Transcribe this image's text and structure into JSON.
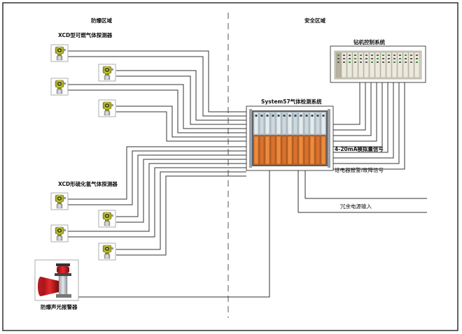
{
  "zones": {
    "hazardous": "防爆区域",
    "safe": "安全区域"
  },
  "labels": {
    "combustible_group": "XCD型可燃气体探测器",
    "toxic_group": "XCD形硫化氢气体探测器",
    "alarm": "防爆声光报警器",
    "controller": "System57气体检测系统",
    "plc": "钻机控制系统",
    "analog_signal": "4-20mA模拟量信号",
    "relay_signal": "继电器报警/故障信号",
    "power": "冗余电源输入"
  },
  "icons": {
    "detector": "gas-detector-icon",
    "controller": "rack-controller-icon",
    "plc": "plc-rack-icon",
    "alarm": "beacon-siren-icon"
  },
  "colors": {
    "detector_body": "#c9cb3a",
    "beacon": "#c8101a",
    "rack_module": "#d8722e",
    "wire": "#333333",
    "border": "#222222"
  }
}
